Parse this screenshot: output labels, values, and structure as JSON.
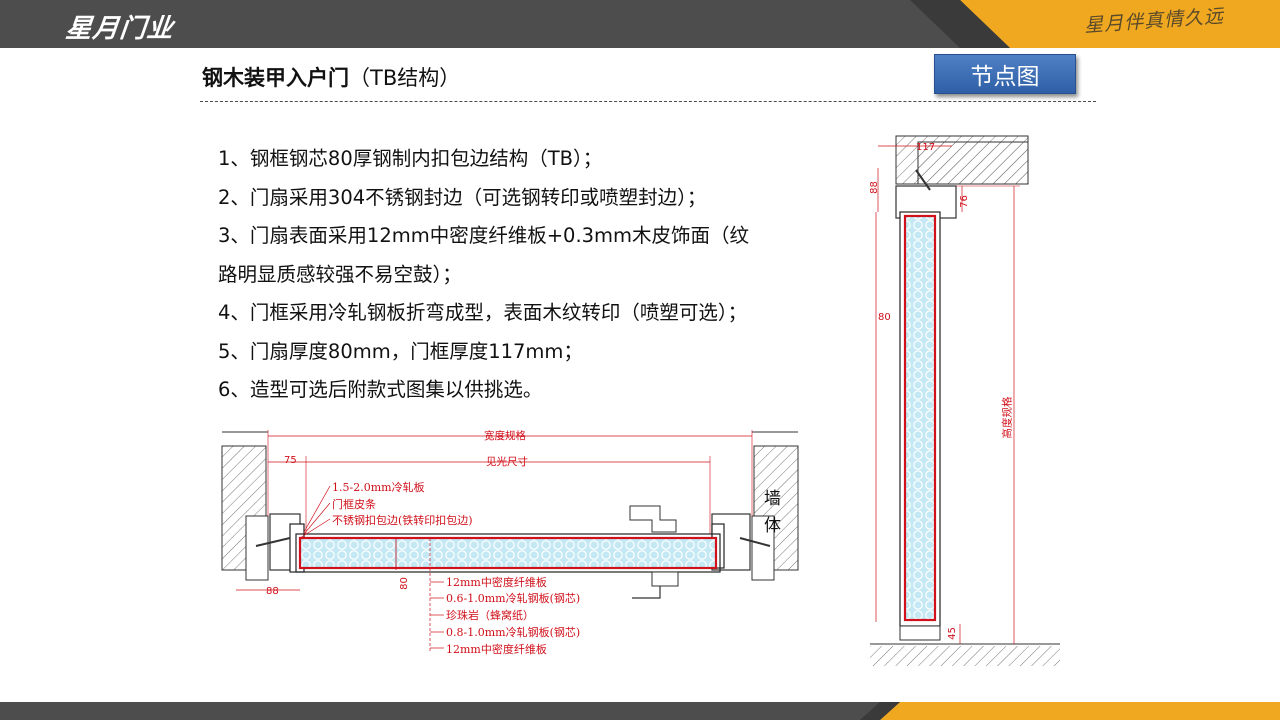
{
  "header": {
    "logo": "星月门业",
    "slogan": "星月伴真情久远"
  },
  "title": {
    "main": "钢木装甲入户门",
    "sub": "（TB结构）"
  },
  "badge_button": "节点图",
  "features": [
    "1、钢框钢芯80厚钢制内扣包边结构（TB）；",
    "2、门扇采用304不锈钢封边（可选钢转印或喷塑封边）；",
    "3、门扇表面采用12mm中密度纤维板+0.3mm木皮饰面（纹",
    "路明显质感较强不易空鼓）；",
    "4、门框采用冷轧钢板折弯成型，表面木纹转印（喷塑可选）；",
    "5、门扇厚度80mm，门框厚度117mm；",
    "6、造型可选后附款式图集以供挑选。"
  ],
  "plan": {
    "width_spec": "宽度规格",
    "clear_size": "见光尺寸",
    "dim_75": "75",
    "dim_80": "80",
    "dim_88": "88",
    "wall_1": "墙",
    "wall_2": "体",
    "callouts_left": [
      "1.5-2.0mm冷轧板",
      "门框皮条",
      "不锈钢扣包边(铁转印扣包边)"
    ],
    "callouts_bottom": [
      "12mm中密度纤维板",
      "0.6-1.0mm冷轧钢板(钢芯)",
      "珍珠岩（蜂窝纸）",
      "0.8-1.0mm冷轧钢板(钢芯)",
      "12mm中密度纤维板"
    ]
  },
  "section": {
    "dim_117": "117",
    "dim_88": "88",
    "dim_76": "76",
    "dim_80": "80",
    "dim_45": "45",
    "height_spec": "高度规格"
  },
  "colors": {
    "accent_red": "#d0101a",
    "button_blue": "#3b6db5",
    "fill_cyan": "#bfe6f2",
    "bar_orange": "#f0a820",
    "bar_gray": "#4d4d4d"
  }
}
